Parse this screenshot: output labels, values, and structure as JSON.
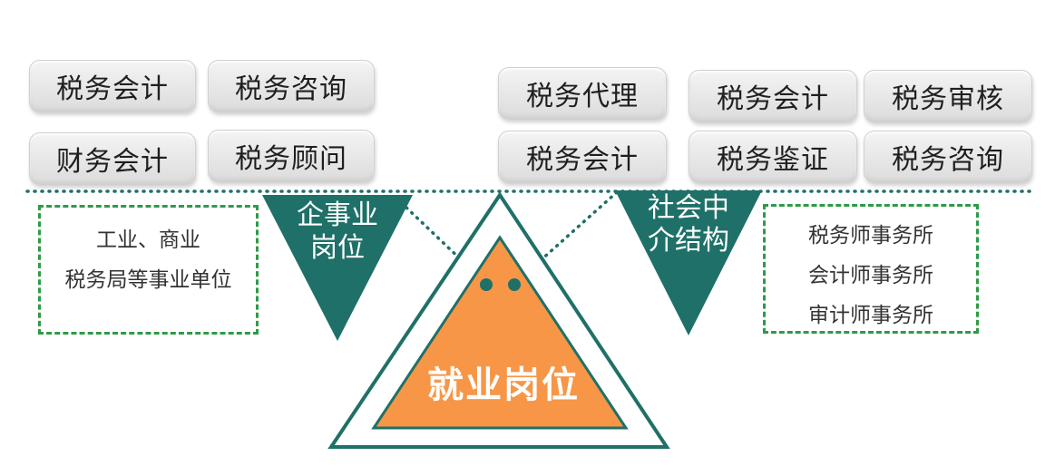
{
  "left_group": {
    "pills": [
      "税务会计",
      "税务咨询",
      "财务会计",
      "税务顾问"
    ],
    "triangle_label": "企事业\n岗位",
    "box_lines": [
      "工业、商业",
      "税务局等事业单位"
    ]
  },
  "right_group": {
    "pills": [
      "税务代理",
      "税务会计",
      "税务审核",
      "税务会计",
      "税务鉴证",
      "税务咨询"
    ],
    "triangle_label": "社会中\n介结构",
    "box_lines": [
      "税务师事务所",
      "会计师事务所",
      "审计师事务所"
    ]
  },
  "center": {
    "label": "就业岗位"
  },
  "colors": {
    "teal": "#1f7068",
    "orange": "#f79646",
    "dash_green": "#2e9b47",
    "dot_line": "#1f7068"
  }
}
